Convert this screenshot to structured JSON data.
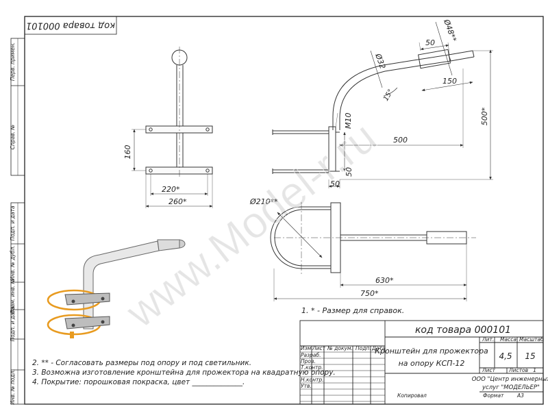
{
  "sheet": {
    "code_rotated": "код товара 000101",
    "side_stamps": [
      "Перв. примен.",
      "Справ. №",
      "Подп. и дата",
      "Инв. № дубл.",
      "Взам. инв. №",
      "Подп. и дата",
      "Инв. № подл."
    ]
  },
  "drawing": {
    "watermark": "www.Model-r.ru",
    "dims": {
      "d_pipe": "Ø32",
      "d_tip": "Ø48**",
      "len_50_top": "50",
      "len_150": "150",
      "len_500_h": "500",
      "len_500_v": "500*",
      "len_50_bottom": "50",
      "len_50_side": "50",
      "bolt": "M10",
      "angle": "15°",
      "plate_gap": "160",
      "width_220": "220*",
      "width_260": "260*",
      "d_clamp": "Ø210**",
      "len_630": "630*",
      "len_750": "750*"
    }
  },
  "notes": {
    "note1": "1.  * - Размер для справок.",
    "note2": "2.  ** - Согласовать размеры под опору и под светильник.",
    "note3": "3. Возможна изготовление кронштейна для прожектора на квадратную опору.",
    "note4": "4. Покрытие: порошковая покраска, цвет ______________."
  },
  "title_block": {
    "code": "код товара 000101",
    "title_line1": "Кронштейн для прожектора",
    "title_line2": "на опору КСП-12",
    "hdr_izm": "Изм.",
    "hdr_list": "Лист",
    "hdr_docnum": "№ докум.",
    "hdr_podp": "Подп.",
    "hdr_data": "Дата",
    "row_razrab": "Разраб.",
    "row_prov": "Пров.",
    "row_tkontr": "Т.контр.",
    "row_nkontr": "Н.контр.",
    "row_utv": "Утв.",
    "lit_label": "Лит.",
    "mass_label": "Масса",
    "scale_label": "Масштаб",
    "mass_value": "4,5",
    "scale_value": "15",
    "sheet_label": "Лист",
    "sheets_label": "Листов",
    "sheets_value": "1",
    "org_line1": "ООО \"Центр инженерных",
    "org_line2": "услуг \"МОДЕЛЬЕР\"",
    "copied": "Копировал",
    "format_label": "Формат",
    "format_value": "А3"
  }
}
